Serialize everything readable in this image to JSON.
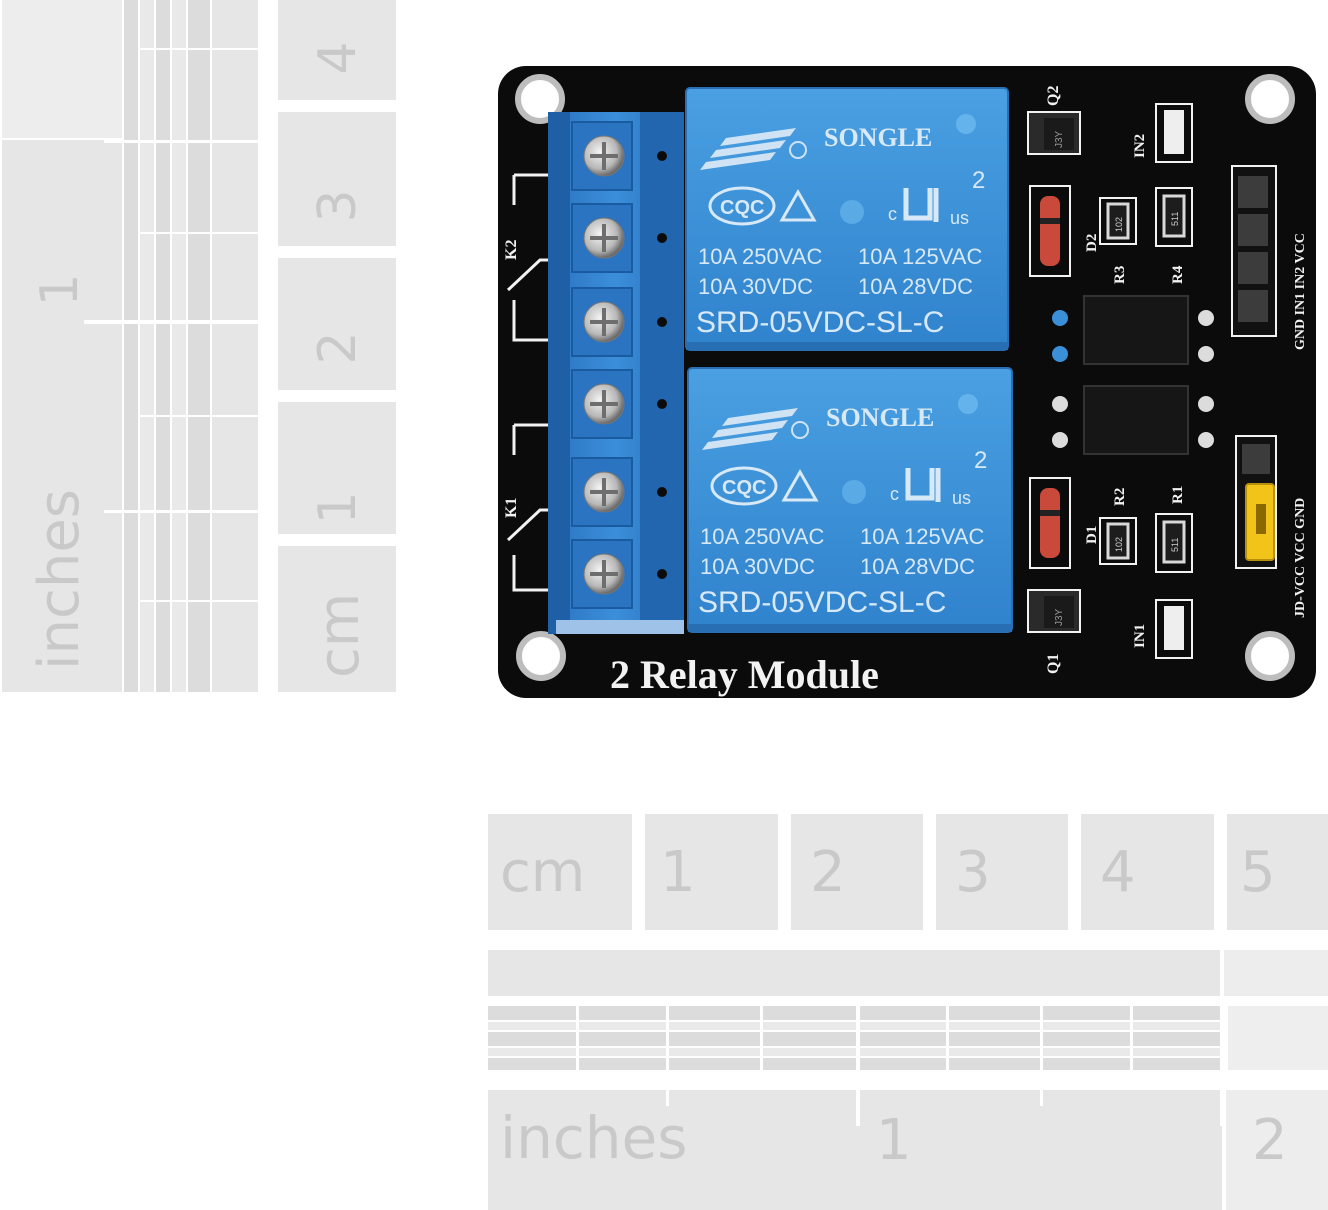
{
  "left_ruler": {
    "cm_label": "cm",
    "cm_ticks": [
      "1",
      "2",
      "3",
      "4"
    ],
    "inch_label": "inches",
    "inch_ticks": [
      "1"
    ]
  },
  "bottom_ruler": {
    "cm_label": "cm",
    "cm_ticks": [
      "1",
      "2",
      "3",
      "4",
      "5"
    ],
    "inch_label": "inches",
    "inch_ticks": [
      "1",
      "2"
    ]
  },
  "board": {
    "caption": "2 Relay Module",
    "relay_brand": "SONGLE",
    "relay_channel": "2",
    "relay_cert_cqc": "CQC",
    "relay_cert_c": "c",
    "relay_cert_us": "us",
    "relay_rating_1": "10A 250VAC",
    "relay_rating_2": "10A 125VAC",
    "relay_rating_3": "10A  30VDC",
    "relay_rating_4": "10A  28VDC",
    "relay_model": "SRD-05VDC-SL-C",
    "label_k1": "K1",
    "label_k2": "K2",
    "label_q1": "Q1",
    "label_q2": "Q2",
    "label_d1": "D1",
    "label_d2": "D2",
    "label_r1": "R1",
    "label_r2": "R2",
    "label_r3": "R3",
    "label_r4": "R4",
    "label_in1": "IN1",
    "label_in2": "IN2",
    "header_pins": "GND IN1 IN2 VCC",
    "jumper_pins": "JD-VCC VCC GND",
    "smd_j3y": "J3Y",
    "smd_102": "102",
    "smd_511": "511"
  },
  "colors": {
    "pcb": "#0b0b0b",
    "relay_blue": "#3a8fd6",
    "terminal_blue": "#2f7fd0",
    "silkscreen": "#f2f2f2",
    "ruler_block": "#e6e6e6",
    "ruler_text": "#c9c9c9",
    "jumper_yellow": "#f2c318"
  }
}
